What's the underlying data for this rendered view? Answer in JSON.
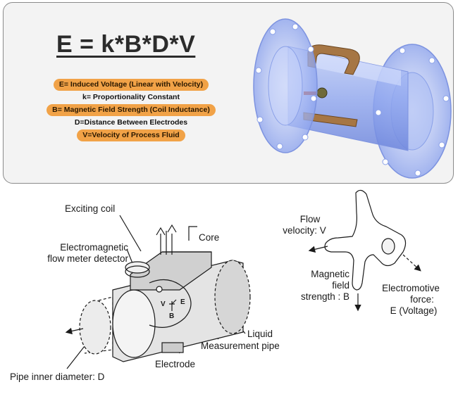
{
  "formula": "E = k*B*D*V",
  "legend": [
    {
      "text": "E= Induced Voltage (Linear with Velocity)",
      "highlight": true
    },
    {
      "text": "k= Proportionality Constant",
      "highlight": false
    },
    {
      "text": "B= Magnetic Field Strength (Coil Inductance)",
      "highlight": true
    },
    {
      "text": "D=Distance Between Electrodes",
      "highlight": false
    },
    {
      "text": "V=Velocity of Process Fluid",
      "highlight": true
    }
  ],
  "meter_labels": {
    "exciting_coil": "Exciting coil",
    "core": "Core",
    "detector_line1": "Electromagnetic",
    "detector_line2": "flow meter detector",
    "liquid": "Liquid",
    "measurement_pipe": "Measurement pipe",
    "electrode": "Electrode",
    "inner_diameter": "Pipe inner diameter: D",
    "v": "V",
    "e": "E",
    "b": "B"
  },
  "hand_labels": {
    "flow_line1": "Flow",
    "flow_line2": "velocity: V",
    "field_line1": "Magnetic",
    "field_line2": "field",
    "field_line3": "strength : B",
    "emf_line1": "Electromotive",
    "emf_line2": "force:",
    "emf_line3": "E (Voltage)"
  },
  "colors": {
    "highlight": "#f1a247",
    "pipe_blue": "#8ea7ee",
    "coil_brown": "#9a6a3a"
  }
}
